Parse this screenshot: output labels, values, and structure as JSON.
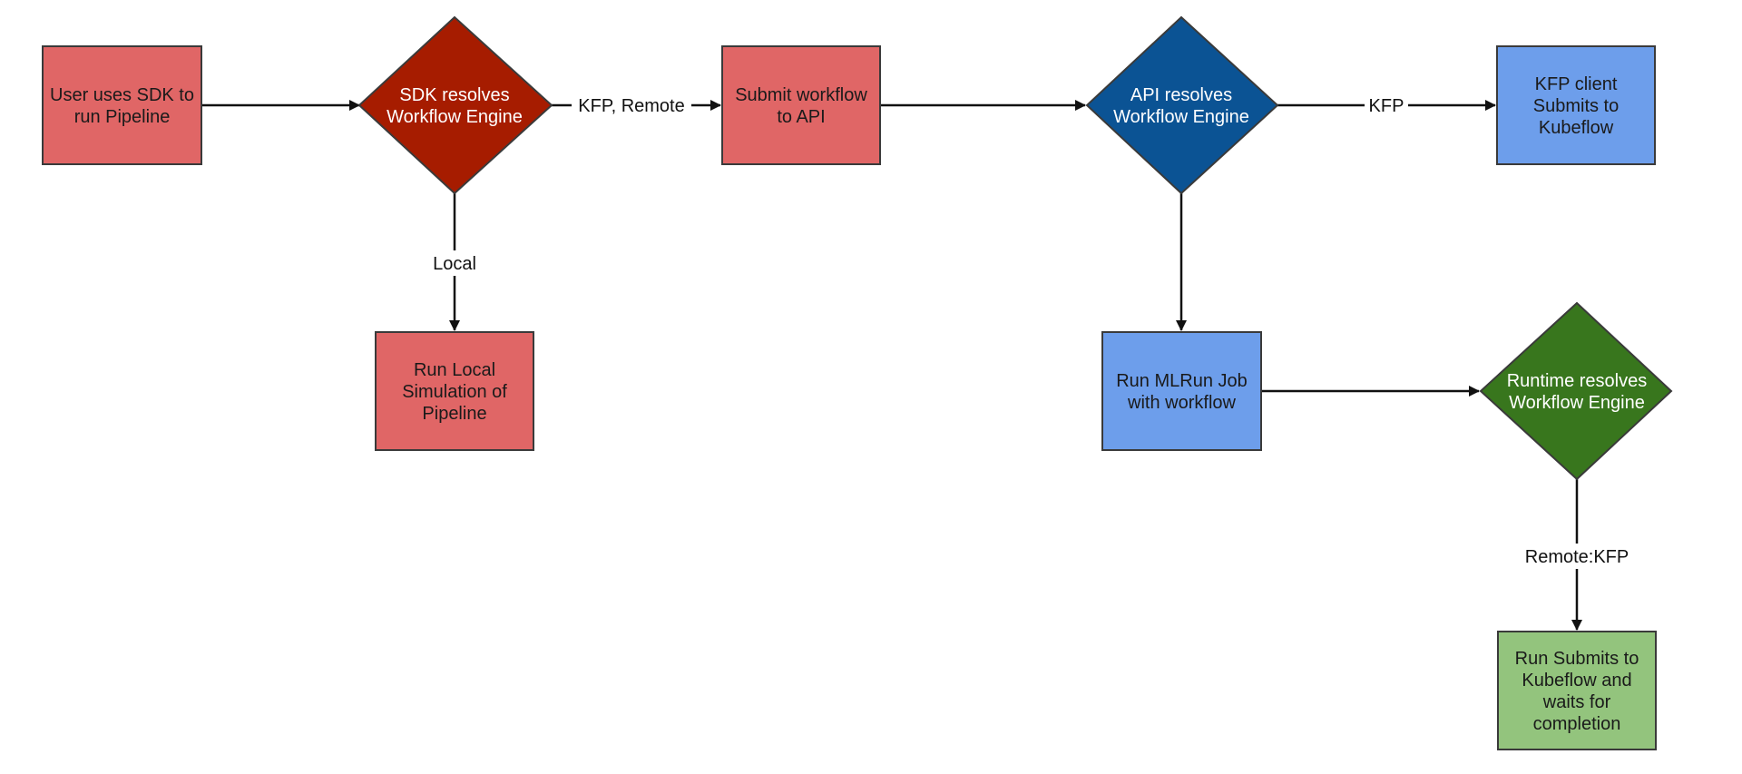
{
  "colors": {
    "sdk_box": "#e06666",
    "sdk_decision": "#a61c00",
    "api_decision": "#0b5394",
    "api_box": "#6d9eeb",
    "runtime_decision": "#38761d",
    "runtime_box": "#93c47d",
    "text_dark": "#1a1a1a",
    "text_light": "#ffffff"
  },
  "nodes": {
    "user_sdk": {
      "lines": [
        "User uses SDK to",
        "run Pipeline"
      ]
    },
    "sdk_resolves": {
      "lines": [
        "SDK resolves",
        "Workflow Engine"
      ]
    },
    "submit_api": {
      "lines": [
        "Submit workflow",
        "to API"
      ]
    },
    "api_resolves": {
      "lines": [
        "API resolves",
        "Workflow Engine"
      ]
    },
    "kfp_client": {
      "lines": [
        "KFP client",
        "Submits to",
        "Kubeflow"
      ]
    },
    "run_local": {
      "lines": [
        "Run Local",
        "Simulation of",
        "Pipeline"
      ]
    },
    "run_mlrun": {
      "lines": [
        "Run MLRun Job",
        "with workflow"
      ]
    },
    "runtime_resolves": {
      "lines": [
        "Runtime resolves",
        "Workflow Engine"
      ]
    },
    "run_submits": {
      "lines": [
        "Run Submits to",
        "Kubeflow and",
        "waits for",
        "completion"
      ]
    }
  },
  "edges": {
    "sdk_to_submit": {
      "label": "KFP, Remote"
    },
    "sdk_to_local": {
      "label": "Local"
    },
    "api_to_kfp": {
      "label": "KFP"
    },
    "runtime_to_run": {
      "label": "Remote:KFP"
    }
  }
}
